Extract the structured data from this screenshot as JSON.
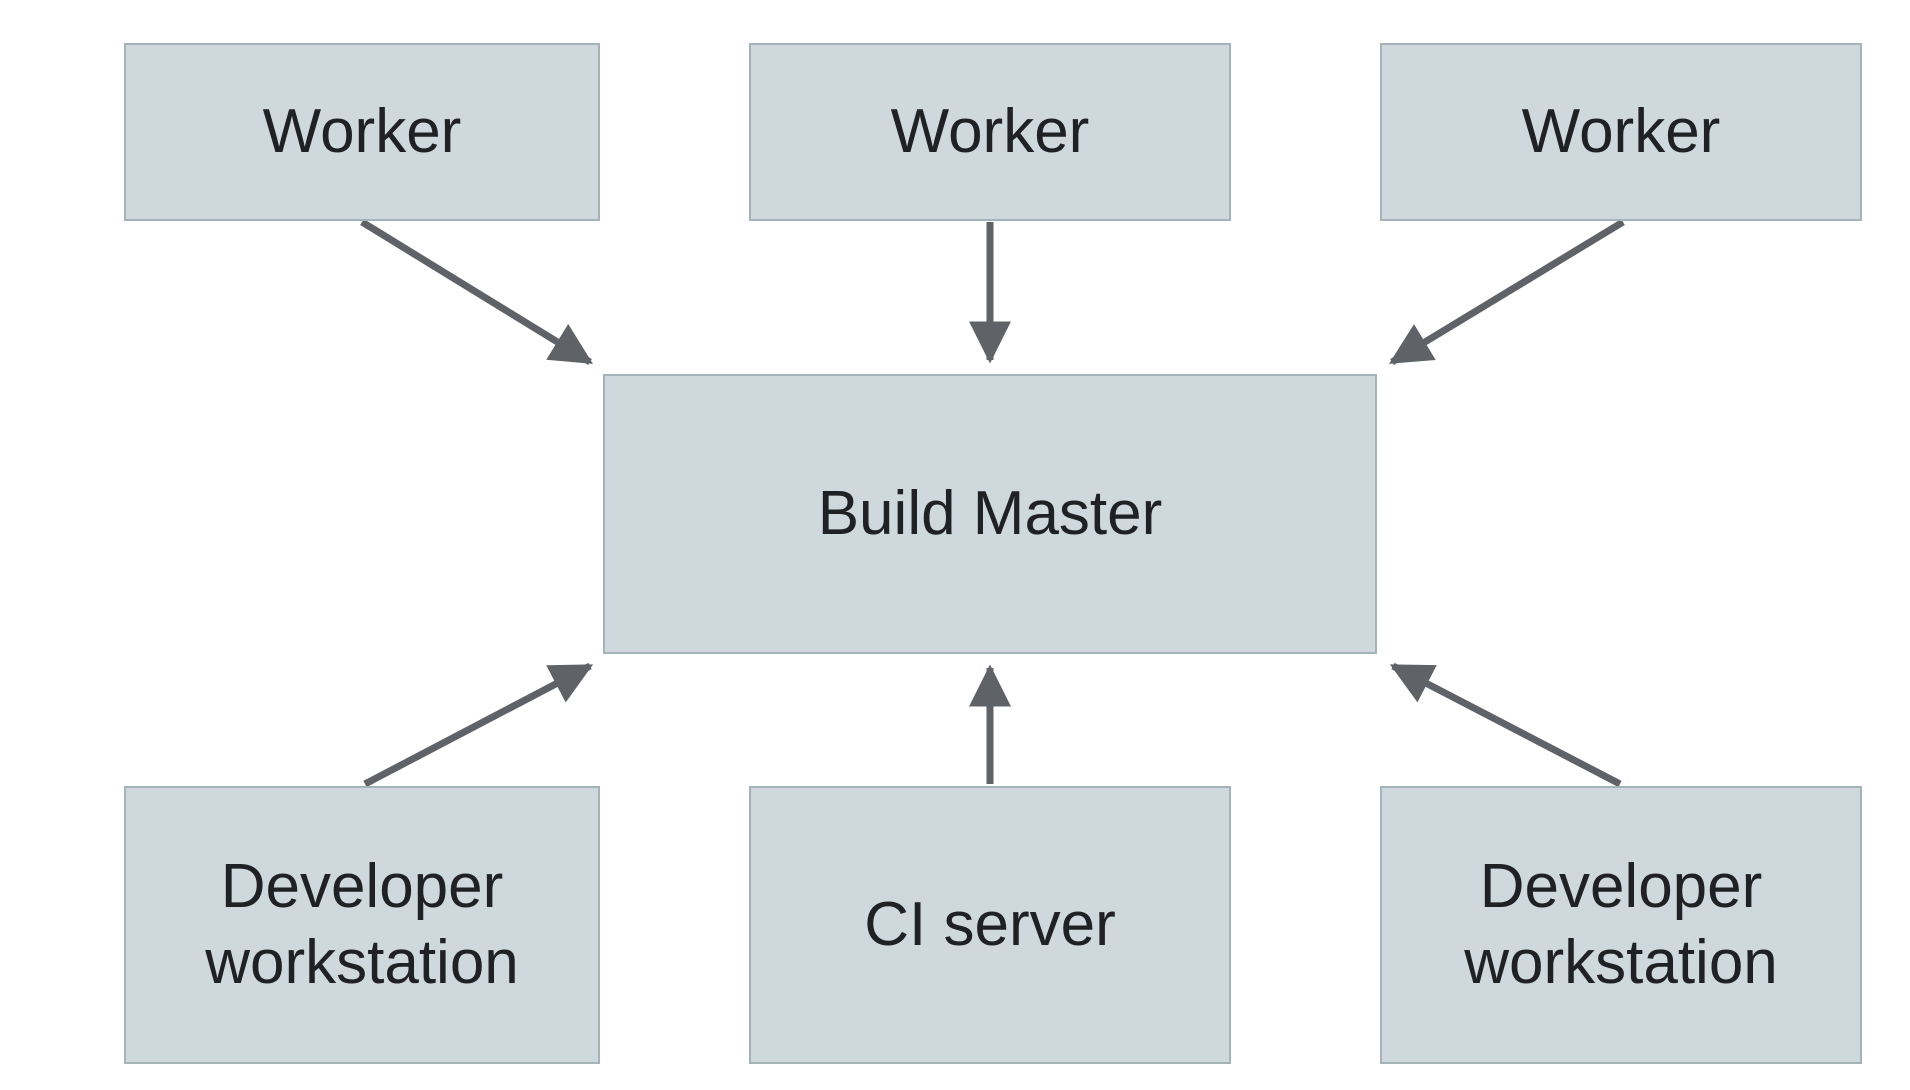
{
  "diagram": {
    "type": "architecture-diagram",
    "colors": {
      "background": "#ffffff",
      "box_fill": "#cfd8dc",
      "box_border": "#a4b3b8",
      "arrow": "#5f6368",
      "text": "#202124"
    },
    "nodes": {
      "worker1": {
        "label": "Worker"
      },
      "worker2": {
        "label": "Worker"
      },
      "worker3": {
        "label": "Worker"
      },
      "build_master": {
        "label": "Build Master"
      },
      "dev_left": {
        "label": "Developer workstation"
      },
      "ci_server": {
        "label": "CI server"
      },
      "dev_right": {
        "label": "Developer workstation"
      }
    },
    "edges": [
      {
        "from": "worker1",
        "to": "build_master",
        "direction": "down-right"
      },
      {
        "from": "worker2",
        "to": "build_master",
        "direction": "down"
      },
      {
        "from": "worker3",
        "to": "build_master",
        "direction": "down-left"
      },
      {
        "from": "dev_left",
        "to": "build_master",
        "direction": "up-right"
      },
      {
        "from": "ci_server",
        "to": "build_master",
        "direction": "up"
      },
      {
        "from": "dev_right",
        "to": "build_master",
        "direction": "up-left"
      }
    ]
  }
}
